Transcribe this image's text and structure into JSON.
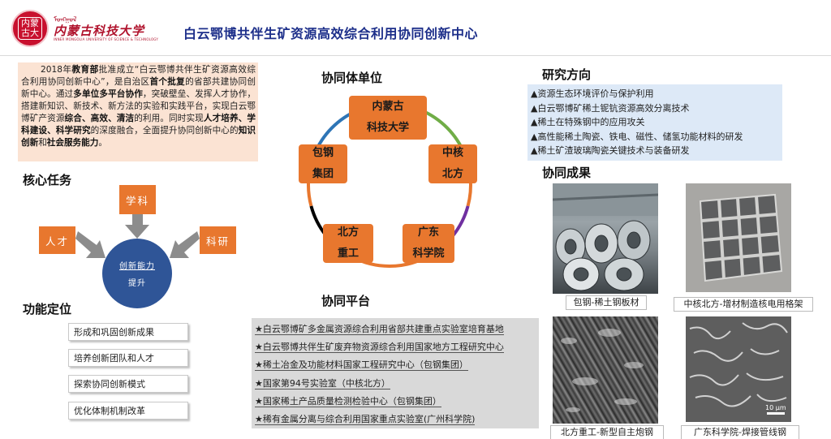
{
  "header": {
    "logo_seal_text": "内蒙\n古大",
    "logo_script": "ᠮᠣᠩᠭᠣᠯ",
    "logo_name": "内蒙古科技大学",
    "logo_en": "INNER MONGOLIA UNIVERSITY OF SCIENCE & TECHNOLOGY",
    "title": "白云鄂博共伴生矿资源高效综合利用协同创新中心"
  },
  "intro": {
    "parts": [
      {
        "t": "2018年",
        "b": false
      },
      {
        "t": "教育部",
        "b": true
      },
      {
        "t": "批准成立“白云鄂博共伴生矿资源高效综合利用协同创新中心”，是自治区",
        "b": false
      },
      {
        "t": "首个批复",
        "b": true
      },
      {
        "t": "的省部共建协同创新中心。通过",
        "b": false
      },
      {
        "t": "多单位多平台协作",
        "b": true
      },
      {
        "t": "，突破壁垒、发挥人才协作，搭建新知识、新技术、新方法的实验和实践平台，实现白云鄂博矿产资源",
        "b": false
      },
      {
        "t": "综合、高效、清洁",
        "b": true
      },
      {
        "t": "的利用。同时实现",
        "b": false
      },
      {
        "t": "人才培养、学科建设、科学研究",
        "b": true
      },
      {
        "t": "的深度融合，全面提升协同创新中心的",
        "b": false
      },
      {
        "t": "知识创新",
        "b": true
      },
      {
        "t": "和",
        "b": false
      },
      {
        "t": "社会服务能力",
        "b": true
      },
      {
        "t": "。",
        "b": false
      }
    ]
  },
  "core_task": {
    "title": "核心任务",
    "top": "学科",
    "left": "人才",
    "right": "科研",
    "center_line1": "创新能力",
    "center_line2": "提升",
    "colors": {
      "box": "#e8772e",
      "circle": "#2f5597",
      "arrow": "#8c8c8c"
    }
  },
  "function": {
    "title": "功能定位",
    "items": [
      "形成和巩固创新成果",
      "培养创新团队和人才",
      "探索协同创新模式",
      "优化体制机制改革"
    ]
  },
  "units": {
    "title": "协同体单位",
    "top": [
      "内蒙古",
      "科技大学"
    ],
    "left": [
      "包钢",
      "集团"
    ],
    "right": [
      "中核",
      "北方"
    ],
    "bottom_left": [
      "北方",
      "重工"
    ],
    "bottom_right": [
      "广东",
      "科学院"
    ],
    "ring_colors": [
      "#e8772e",
      "#70ad47",
      "#e8772e",
      "#7030a0",
      "#e8772e",
      "#000000",
      "#e8772e",
      "#2e75b6"
    ]
  },
  "platform": {
    "title": "协同平台",
    "items": [
      "★白云鄂博矿多金属资源综合利用省部共建重点实验室培育基地",
      "★白云鄂博共伴生矿废弃物资源综合利用国家地方工程研究中心",
      "★稀土冶金及功能材料国家工程研究中心（包钢集团）",
      "★国家第94号实验室（中核北方）",
      "★国家稀土产品质量检测检验中心（包钢集团）",
      "★稀有金属分离与综合利用国家重点实验室(广州科学院)"
    ]
  },
  "research": {
    "title": "研究方向",
    "items": [
      "▲资源生态环境评价与保护利用",
      "▲白云鄂博矿稀土铌钪资源高效分离技术",
      "▲稀土在特殊钢中的应用攻关",
      "▲高性能稀土陶瓷、铁电、磁性、储氢功能材料的研发",
      "▲稀土矿渣玻璃陶瓷关键技术与装备研发"
    ]
  },
  "achievements": {
    "title": "协同成果",
    "captions": [
      "包钢-稀土钢板材",
      "中核北方-增材制造核电用格架",
      "北方重工-新型自主炮钢",
      "广东科学院-焊接管线钢"
    ],
    "scale_bar": "10 µm"
  }
}
